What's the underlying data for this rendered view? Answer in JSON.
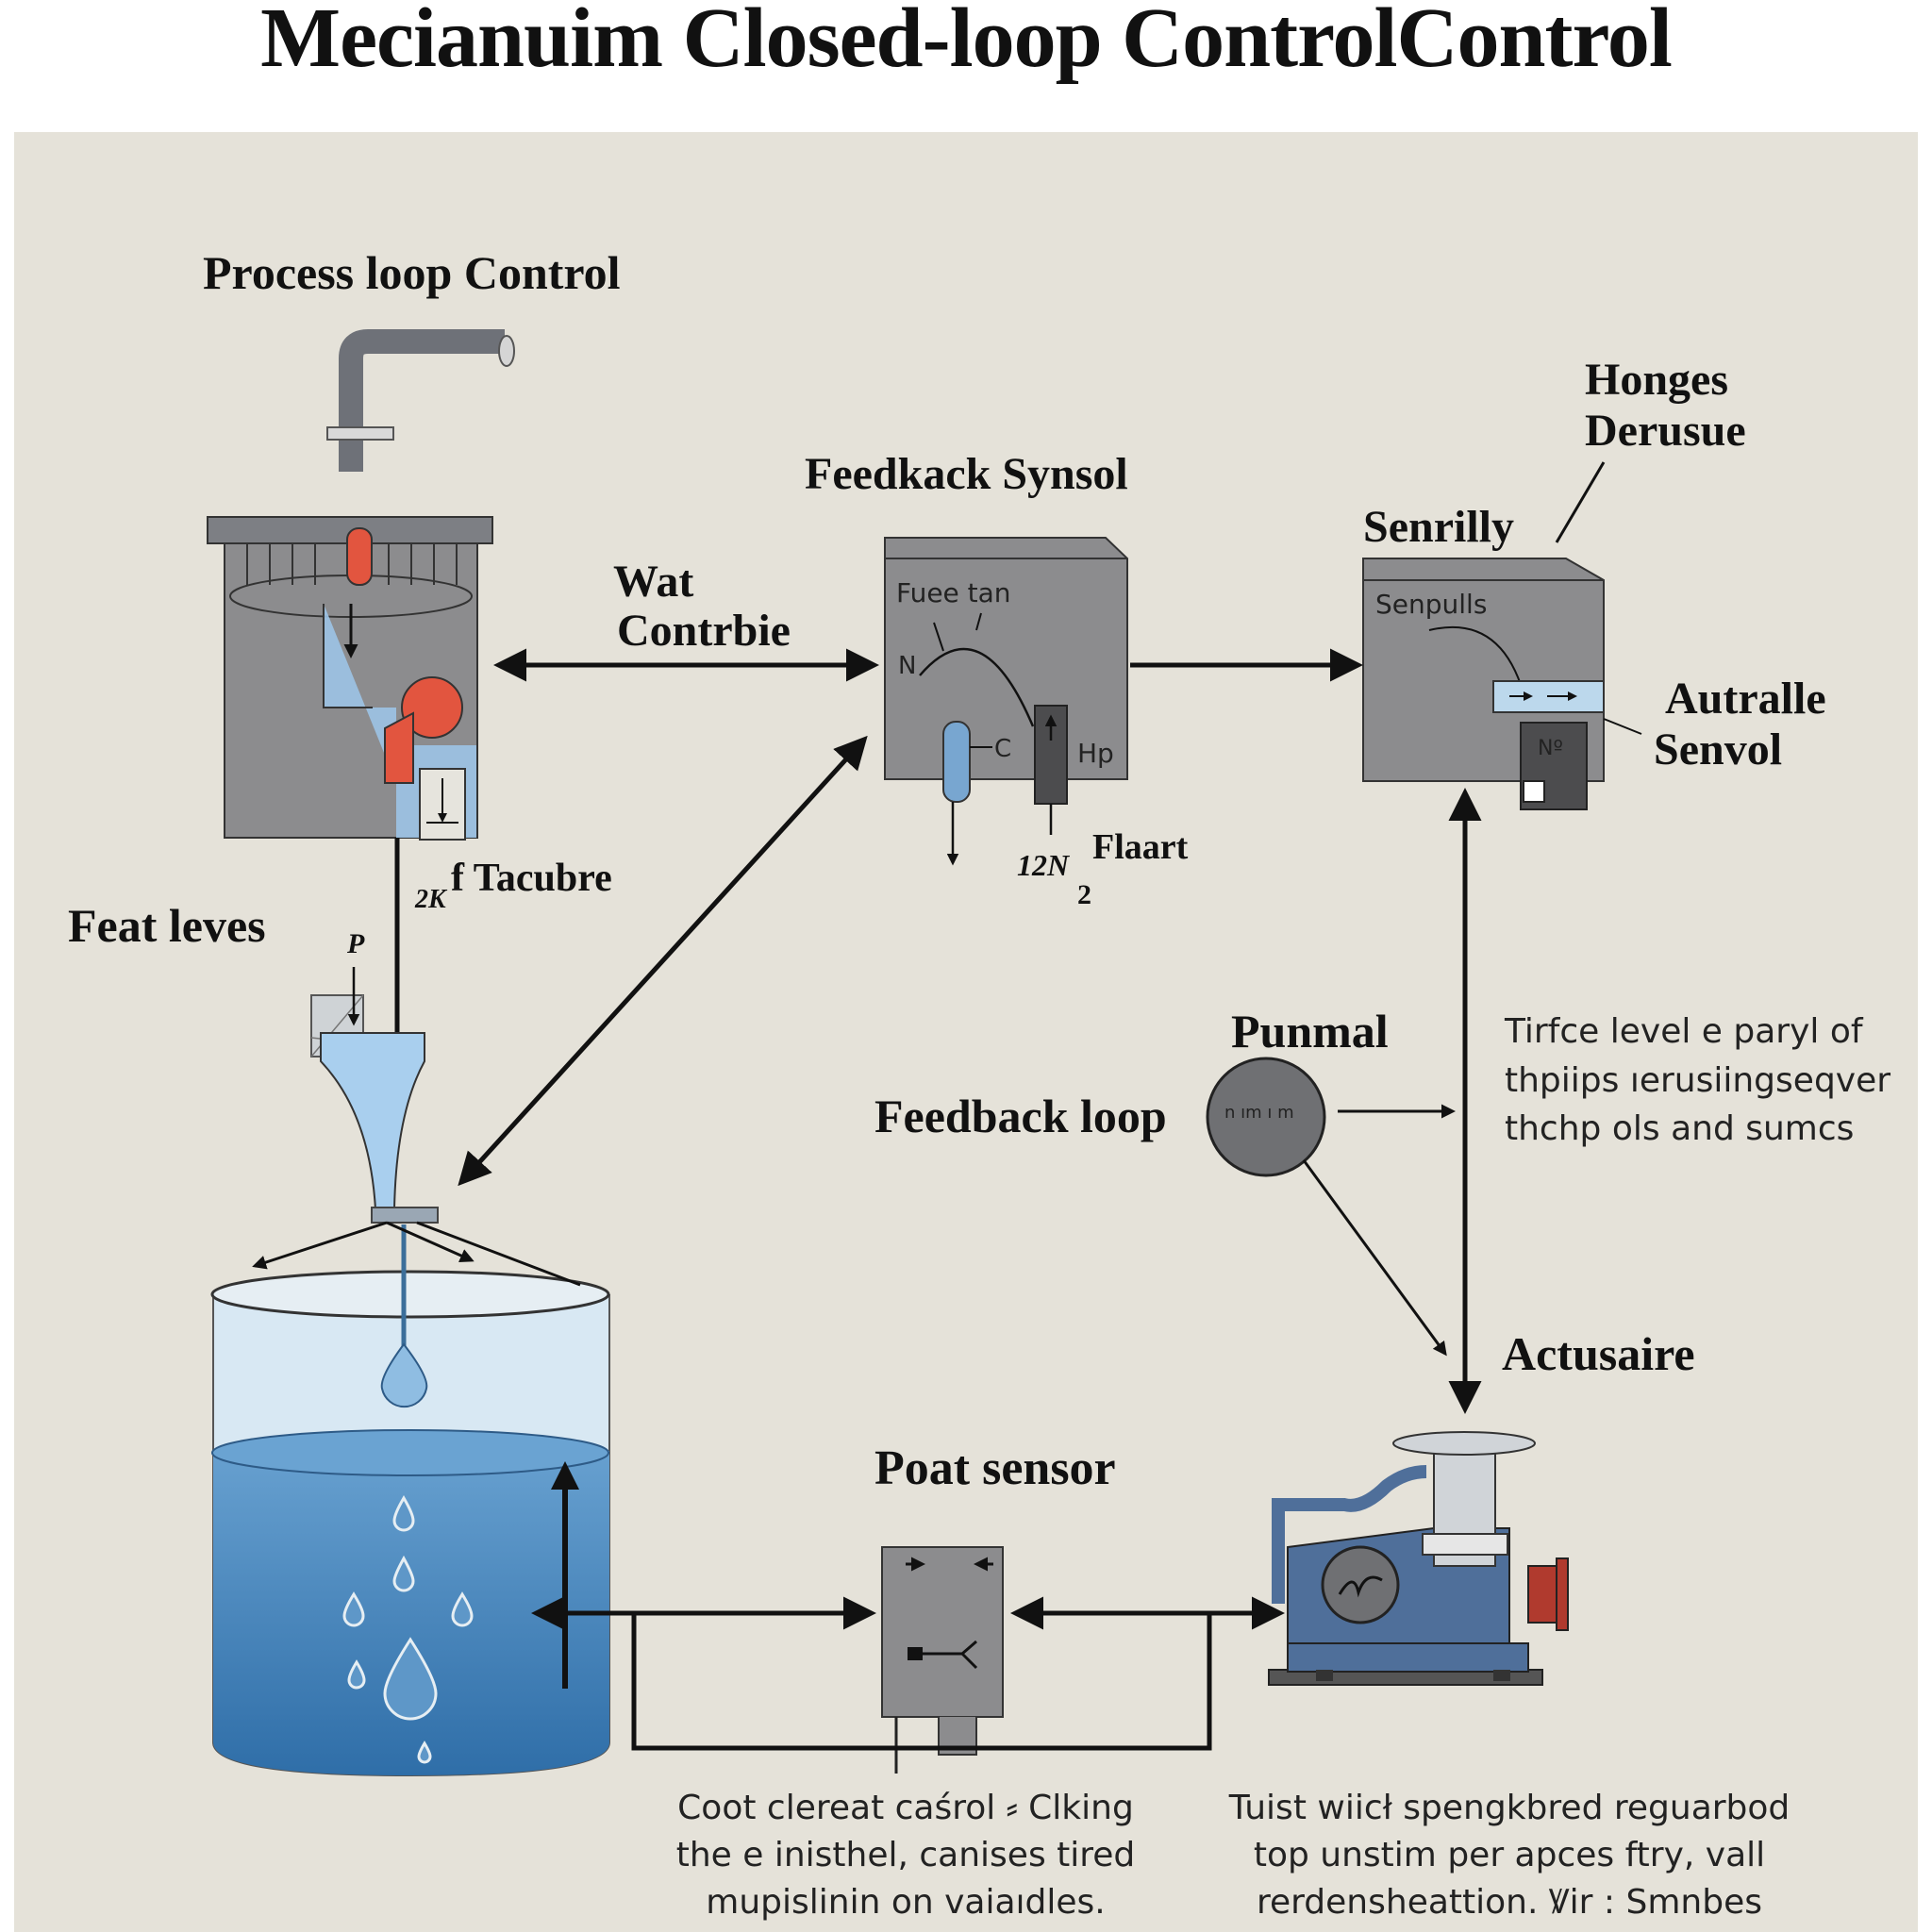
{
  "title": "Mecianuim Closed-loop ControlControl",
  "colors": {
    "background": "#e5e2d9",
    "box_gray": "#8c8c8e",
    "water_blue": "#4f8fc4",
    "light_blue": "#bcd8ec",
    "accent_red": "#e2553f",
    "pump_blue": "#4f6f9a"
  },
  "labels": {
    "process_loop_control": "Process loop Control",
    "feedback_synsol": "Feedkack Synsol",
    "honges_line1": "Honges",
    "honges_line2": "Derusue",
    "senrilly": "Senrilly",
    "wat_line1": "Wat",
    "wat_line2": "Contrbie",
    "autralle_line1": "Autralle",
    "autralle_line2": "Senvol",
    "feat_leves": "Feat leves",
    "tacubre": "f Tacubre",
    "tacubre_prefix": "2K",
    "p_label": "P",
    "flaart": "Flaart",
    "flaart_num": "12N",
    "flaart_sub": "2",
    "punmal": "Punmal",
    "feedback_loop": "Feedback loop",
    "actusaire": "Actusaire",
    "poat_sensor": "Poat sensor"
  },
  "box_texts": {
    "feedback_box_top": "Fuee tan",
    "feedback_box_n": "N",
    "feedback_box_c": "C",
    "feedback_box_hp": "Hp",
    "sensor_box": "Senpulls",
    "sensor_small": "Nº",
    "pump_circle": "n ım ı m"
  },
  "notes": {
    "right_note": [
      "Tirfce level e paryl of",
      "thpiips ıerusiingseqver",
      "thchp ols and sumcs"
    ],
    "bottom_center": [
      "Coot clereat caśrol ⸗ Clking",
      "the e inisthel, canises tired",
      "mupislinin on vaiaıdles."
    ],
    "bottom_right": [
      "Tuist wiicł spengkbred  reguarbod",
      "top unstim per apces ftry, vall",
      "rerdensheattion. Ꝟir : Smnbes"
    ]
  }
}
